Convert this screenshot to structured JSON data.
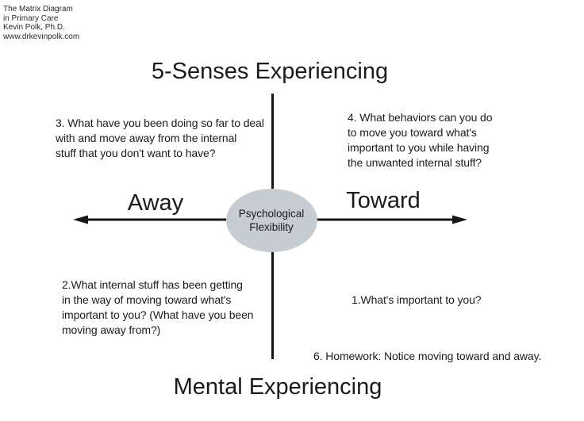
{
  "attribution": {
    "lines": [
      "The Matrix Diagram",
      "in Primary Care",
      "Kevin Polk, Ph.D.",
      "www.drkevinpolk.com"
    ]
  },
  "axes": {
    "top_label": "5-Senses Experiencing",
    "bottom_label": "Mental Experiencing",
    "left_label": "Away",
    "right_label": "Toward"
  },
  "center": {
    "lines": [
      "Psychological",
      "Flexibility"
    ],
    "fill_color": "#c7cbd2"
  },
  "quadrants": {
    "q3": {
      "lines": [
        "3. What have you been doing so far to deal",
        "with and move away from the internal",
        "stuff that you don't want to have?"
      ]
    },
    "q4": {
      "lines": [
        "4. What behaviors can you do",
        "to move you toward what's",
        "important to you while having",
        "the unwanted internal stuff?"
      ]
    },
    "q2": {
      "lines": [
        "2.What internal stuff has been getting",
        "in the way of moving toward what's",
        "important to you? (What have you been",
        "moving away from?)"
      ]
    },
    "q1": {
      "text": "1.What's important to you?"
    },
    "homework": {
      "text": "6. Homework: Notice moving toward and away."
    }
  },
  "line_color": "#161616"
}
